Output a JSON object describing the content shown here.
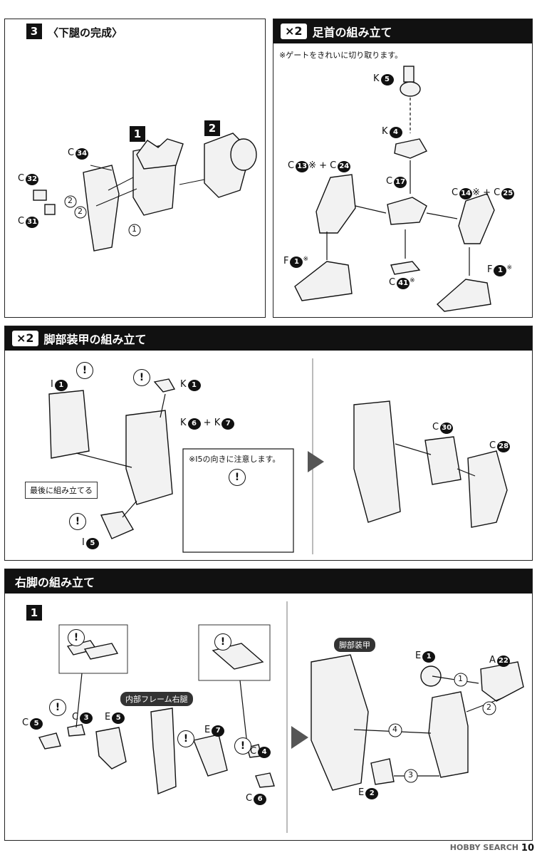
{
  "p1": {
    "step": "3",
    "title": "〈下腿の完成〉",
    "labels": {
      "c34": "C",
      "c34n": "34",
      "c32": "C",
      "c32n": "32",
      "c31": "C",
      "c31n": "31",
      "s1": "1",
      "s2": "2",
      "o1": "1",
      "o2a": "2",
      "o2b": "2"
    }
  },
  "p2": {
    "x2": "×2",
    "title": "足首の組み立て",
    "note": "※ゲートをきれいに切り取ります。",
    "labels": {
      "k5": "K",
      "k5n": "5",
      "k4": "K",
      "k4n": "4",
      "c17": "C",
      "c17n": "17",
      "c13": "C",
      "c13n": "13",
      "c13s": "※ + C",
      "c24n": "24",
      "c14": "C",
      "c14n": "14",
      "c14s": "※ + C",
      "c25n": "25",
      "f1a": "F",
      "f1an": "1",
      "f1as": "※",
      "f1b": "F",
      "f1bn": "1",
      "f1bs": "※",
      "c41": "C",
      "c41n": "41",
      "c41s": "※"
    }
  },
  "p3": {
    "x2": "×2",
    "title": "脚部装甲の組み立て",
    "labels": {
      "i1": "I",
      "i1n": "1",
      "k1": "K",
      "k1n": "1",
      "k6": "K",
      "k6n": "6",
      "k7t": "+ K",
      "k7n": "7",
      "i5": "I",
      "i5n": "5",
      "c30": "C",
      "c30n": "30",
      "c28": "C",
      "c28n": "28"
    },
    "last_box": "最後に組み立てる",
    "caution": "※I5の向きに注意します。"
  },
  "p4": {
    "title": "右脚の組み立て",
    "step": "1",
    "labels": {
      "c5": "C",
      "c5n": "5",
      "c3": "C",
      "c3n": "3",
      "e5": "E",
      "e5n": "5",
      "e7": "E",
      "e7n": "7",
      "c4": "C",
      "c4n": "4",
      "c6": "C",
      "c6n": "6",
      "e1": "E",
      "e1n": "1",
      "a22": "A",
      "a22n": "22",
      "e2": "E",
      "e2n": "2",
      "o1": "1",
      "o2": "2",
      "o3": "3",
      "o4": "4"
    },
    "frame_tag": "内部フレーム右腿",
    "armor_tag": "脚部装甲"
  },
  "warn_glyph": "!",
  "watermark": "HOBBY SEARCH",
  "page_number": "10"
}
